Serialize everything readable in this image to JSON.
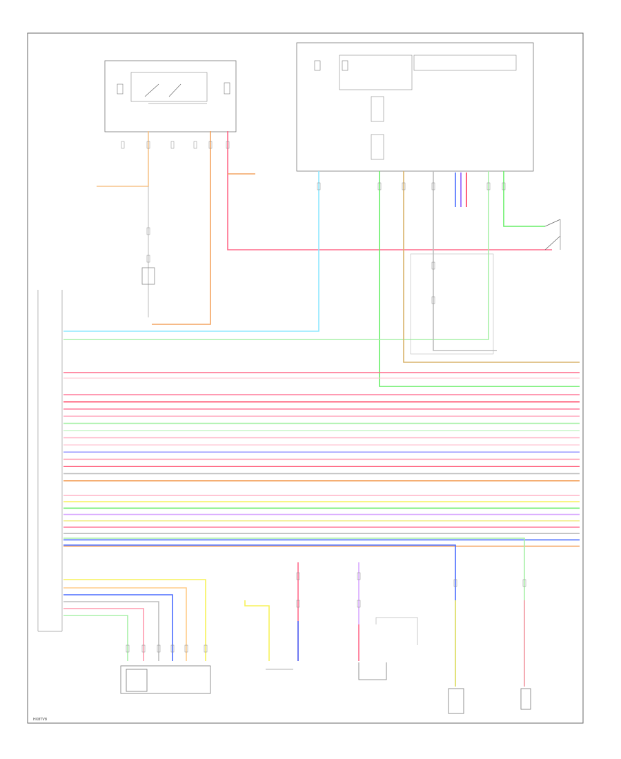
{
  "page_id": "HX8TV8",
  "colors": {
    "outline": "#555555",
    "orange": "#f4a460",
    "light_orange": "#f7c48a",
    "pink": "#ff7a9a",
    "red": "#ff3b5c",
    "cyan": "#8fe8ff",
    "green": "#66ee66",
    "light_green": "#a8f0a8",
    "yellow": "#f7f25a",
    "blue": "#4a6cff",
    "violet": "#c38cff",
    "gray": "#bfbfbf",
    "tan": "#d9b36b"
  },
  "bus_wires": [
    {
      "color": "#ff7a9a",
      "row": 0
    },
    {
      "color": "#ff3b5c",
      "row": 1
    },
    {
      "color": "#ff7a9a",
      "row": 2
    },
    {
      "color": "#ffb3c6",
      "row": 3
    },
    {
      "color": "#a8f0a8",
      "row": 4
    },
    {
      "color": "#c8f5c8",
      "row": 5
    },
    {
      "color": "#ffb3c6",
      "row": 6
    },
    {
      "color": "#ffd0dc",
      "row": 7
    },
    {
      "color": "#a0a0ff",
      "row": 8
    },
    {
      "color": "#ff9aae",
      "row": 9
    },
    {
      "color": "#ff4466",
      "row": 10
    },
    {
      "color": "#bdbdbd",
      "row": 11
    },
    {
      "color": "#f4a460",
      "row": 12
    }
  ],
  "bus_wires_2": [
    {
      "color": "#ffb3c6",
      "row": 0
    },
    {
      "color": "#f7f25a",
      "row": 1
    },
    {
      "color": "#66ee66",
      "row": 2
    },
    {
      "color": "#d8a8ff",
      "row": 3
    },
    {
      "color": "#f2ef90",
      "row": 4
    },
    {
      "color": "#ff7a9a",
      "row": 5
    },
    {
      "color": "#bdbdbd",
      "row": 6
    },
    {
      "color": "#4a6cff",
      "row": 7
    },
    {
      "color": "#f4a460",
      "row": 8
    }
  ]
}
